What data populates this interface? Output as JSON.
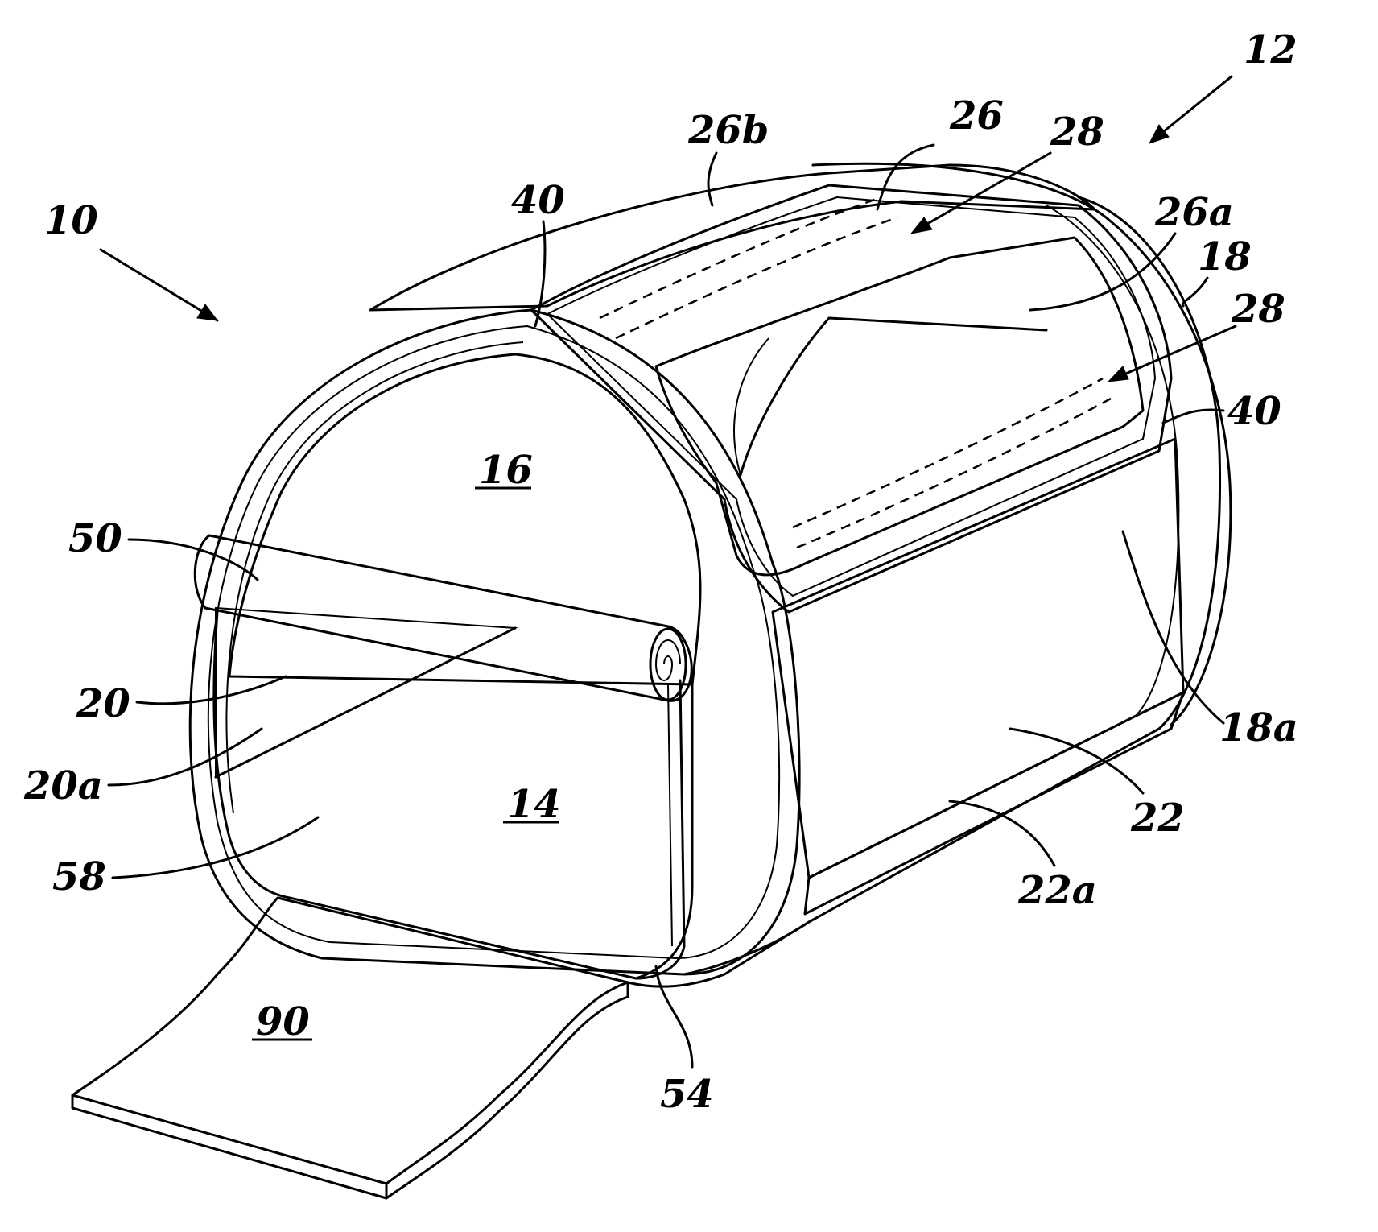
{
  "figure": {
    "labels": {
      "l10": "10",
      "l12": "12",
      "l14": "14",
      "l16": "16",
      "l18": "18",
      "l18a": "18a",
      "l20": "20",
      "l20a": "20a",
      "l22": "22",
      "l22a": "22a",
      "l26": "26",
      "l26a": "26a",
      "l26b": "26b",
      "l28_top": "28",
      "l28_side": "28",
      "l40_top": "40",
      "l40_side": "40",
      "l50": "50",
      "l54": "54",
      "l58": "58",
      "l90": "90"
    }
  }
}
